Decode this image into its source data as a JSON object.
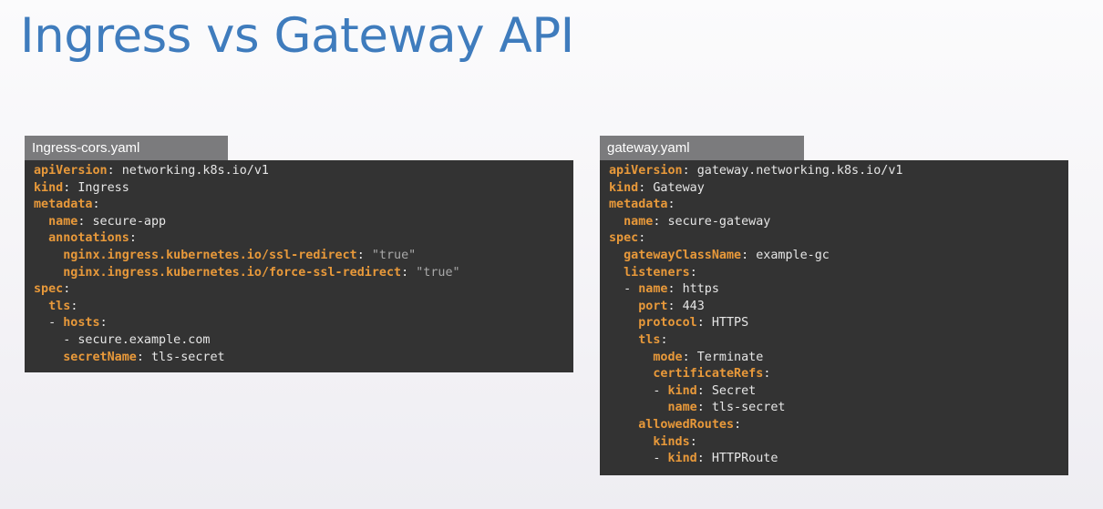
{
  "slide": {
    "title": "Ingress vs Gateway API"
  },
  "panels": [
    {
      "filename": "Ingress-cors.yaml",
      "lines": [
        {
          "indent": "",
          "dash": "",
          "key": "apiVersion",
          "sep": ": ",
          "value": "networking.k8s.io/v1",
          "string": ""
        },
        {
          "indent": "",
          "dash": "",
          "key": "kind",
          "sep": ": ",
          "value": "Ingress",
          "string": ""
        },
        {
          "indent": "",
          "dash": "",
          "key": "metadata",
          "sep": ":",
          "value": "",
          "string": ""
        },
        {
          "indent": "  ",
          "dash": "",
          "key": "name",
          "sep": ": ",
          "value": "secure-app",
          "string": ""
        },
        {
          "indent": "  ",
          "dash": "",
          "key": "annotations",
          "sep": ":",
          "value": "",
          "string": ""
        },
        {
          "indent": "    ",
          "dash": "",
          "key": "nginx.ingress.kubernetes.io/ssl-redirect",
          "sep": ": ",
          "value": "",
          "string": "\"true\""
        },
        {
          "indent": "    ",
          "dash": "",
          "key": "nginx.ingress.kubernetes.io/force-ssl-redirect",
          "sep": ": ",
          "value": "",
          "string": "\"true\""
        },
        {
          "indent": "",
          "dash": "",
          "key": "spec",
          "sep": ":",
          "value": "",
          "string": ""
        },
        {
          "indent": "  ",
          "dash": "",
          "key": "tls",
          "sep": ":",
          "value": "",
          "string": ""
        },
        {
          "indent": "  ",
          "dash": "- ",
          "key": "hosts",
          "sep": ":",
          "value": "",
          "string": ""
        },
        {
          "indent": "    ",
          "dash": "- ",
          "key": "",
          "sep": "",
          "value": "secure.example.com",
          "string": ""
        },
        {
          "indent": "    ",
          "dash": "",
          "key": "secretName",
          "sep": ": ",
          "value": "tls-secret",
          "string": ""
        }
      ]
    },
    {
      "filename": "gateway.yaml",
      "lines": [
        {
          "indent": "",
          "dash": "",
          "key": "apiVersion",
          "sep": ": ",
          "value": "gateway.networking.k8s.io/v1",
          "string": ""
        },
        {
          "indent": "",
          "dash": "",
          "key": "kind",
          "sep": ": ",
          "value": "Gateway",
          "string": ""
        },
        {
          "indent": "",
          "dash": "",
          "key": "metadata",
          "sep": ":",
          "value": "",
          "string": ""
        },
        {
          "indent": "  ",
          "dash": "",
          "key": "name",
          "sep": ": ",
          "value": "secure-gateway",
          "string": ""
        },
        {
          "indent": "",
          "dash": "",
          "key": "spec",
          "sep": ":",
          "value": "",
          "string": ""
        },
        {
          "indent": "  ",
          "dash": "",
          "key": "gatewayClassName",
          "sep": ": ",
          "value": "example-gc",
          "string": ""
        },
        {
          "indent": "  ",
          "dash": "",
          "key": "listeners",
          "sep": ":",
          "value": "",
          "string": ""
        },
        {
          "indent": "  ",
          "dash": "- ",
          "key": "name",
          "sep": ": ",
          "value": "https",
          "string": ""
        },
        {
          "indent": "    ",
          "dash": "",
          "key": "port",
          "sep": ": ",
          "value": "443",
          "string": ""
        },
        {
          "indent": "    ",
          "dash": "",
          "key": "protocol",
          "sep": ": ",
          "value": "HTTPS",
          "string": ""
        },
        {
          "indent": "    ",
          "dash": "",
          "key": "tls",
          "sep": ":",
          "value": "",
          "string": ""
        },
        {
          "indent": "      ",
          "dash": "",
          "key": "mode",
          "sep": ": ",
          "value": "Terminate",
          "string": ""
        },
        {
          "indent": "      ",
          "dash": "",
          "key": "certificateRefs",
          "sep": ":",
          "value": "",
          "string": ""
        },
        {
          "indent": "      ",
          "dash": "- ",
          "key": "kind",
          "sep": ": ",
          "value": "Secret",
          "string": ""
        },
        {
          "indent": "        ",
          "dash": "",
          "key": "name",
          "sep": ": ",
          "value": "tls-secret",
          "string": ""
        },
        {
          "indent": "    ",
          "dash": "",
          "key": "allowedRoutes",
          "sep": ":",
          "value": "",
          "string": ""
        },
        {
          "indent": "      ",
          "dash": "",
          "key": "kinds",
          "sep": ":",
          "value": "",
          "string": ""
        },
        {
          "indent": "      ",
          "dash": "- ",
          "key": "kind",
          "sep": ": ",
          "value": "HTTPRoute",
          "string": ""
        }
      ]
    }
  ]
}
